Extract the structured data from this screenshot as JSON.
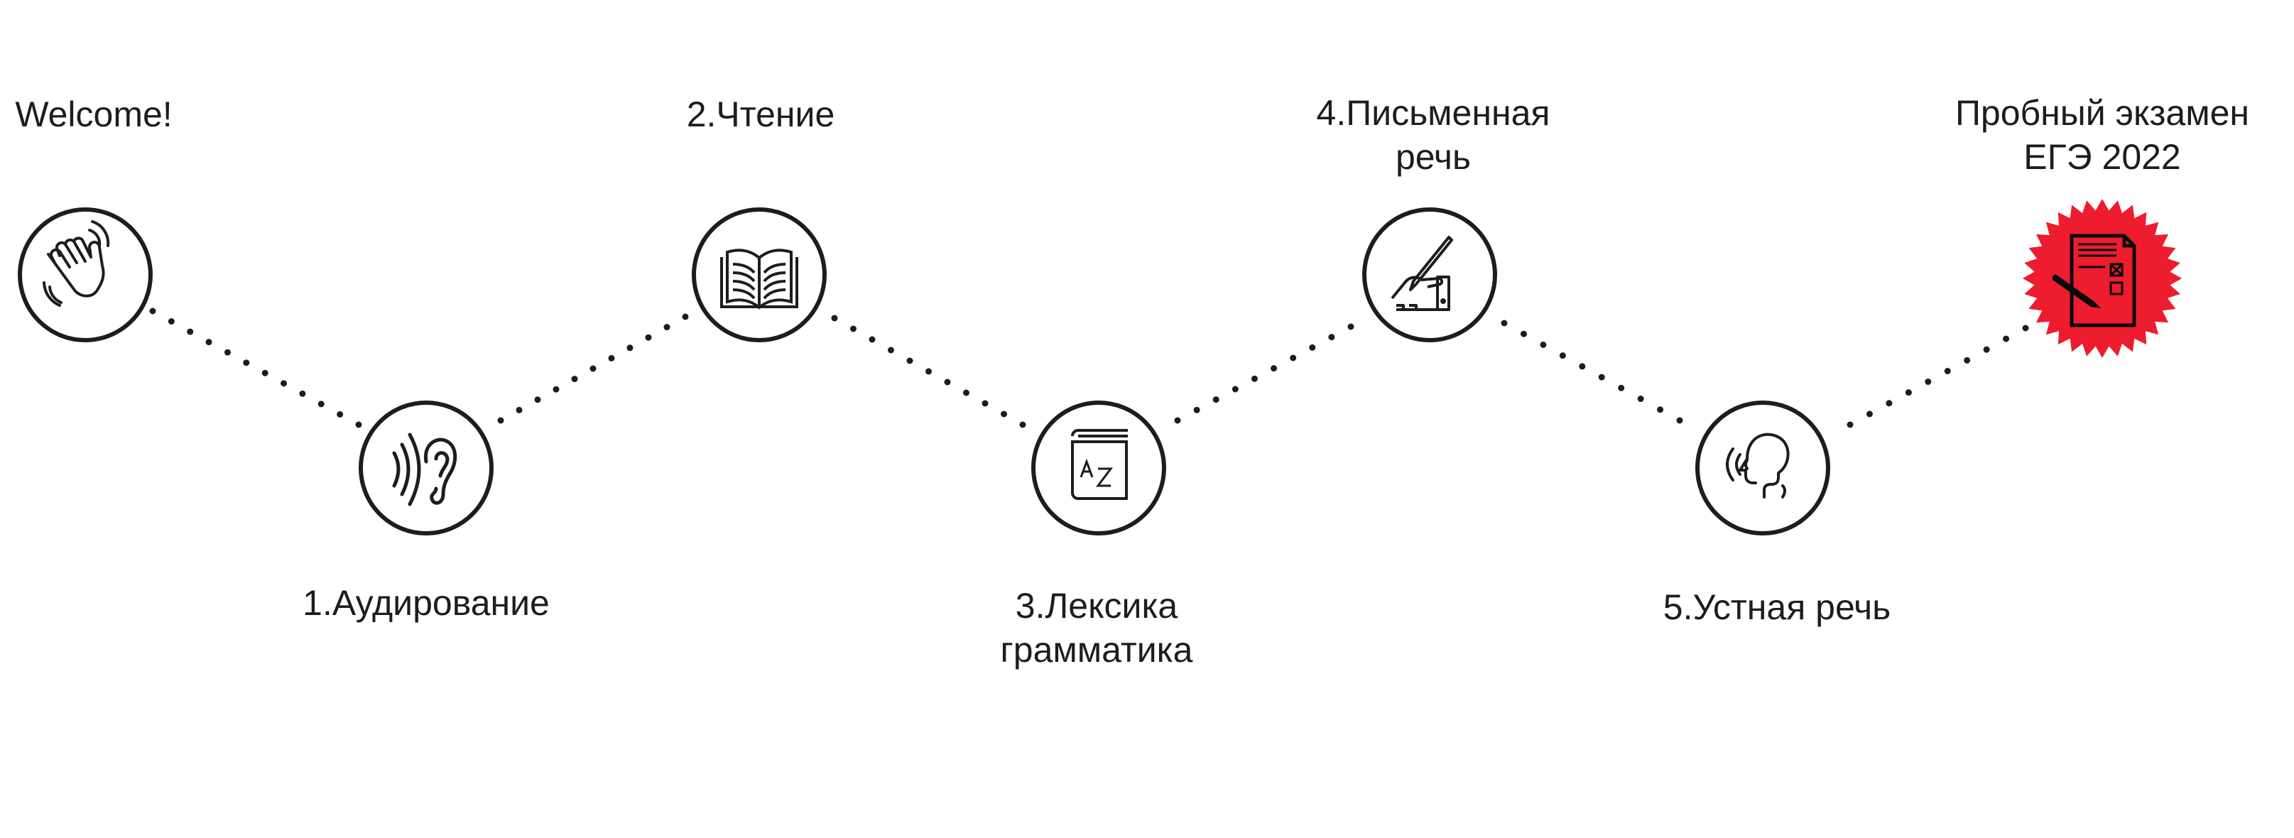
{
  "steps": [
    {
      "id": "welcome",
      "lines": [
        "Welcome!"
      ],
      "icon": "waving-hand-icon"
    },
    {
      "id": "listening",
      "lines": [
        "1.Аудирование"
      ],
      "icon": "ear-icon"
    },
    {
      "id": "reading",
      "lines": [
        "2.Чтение"
      ],
      "icon": "open-book-icon"
    },
    {
      "id": "vocabulary",
      "lines": [
        "3.Лексика",
        "грамматика"
      ],
      "icon": "dictionary-az-icon"
    },
    {
      "id": "writing",
      "lines": [
        "4.Письменная",
        "речь"
      ],
      "icon": "writing-hand-icon"
    },
    {
      "id": "speaking",
      "lines": [
        "5.Устная речь"
      ],
      "icon": "speaking-head-icon"
    },
    {
      "id": "exam",
      "lines": [
        "Пробный экзамен",
        "ЕГЭ 2022"
      ],
      "icon": "exam-document-icon"
    }
  ],
  "colors": {
    "accent": "#ed1c2e",
    "stroke": "#1d1d1b"
  }
}
